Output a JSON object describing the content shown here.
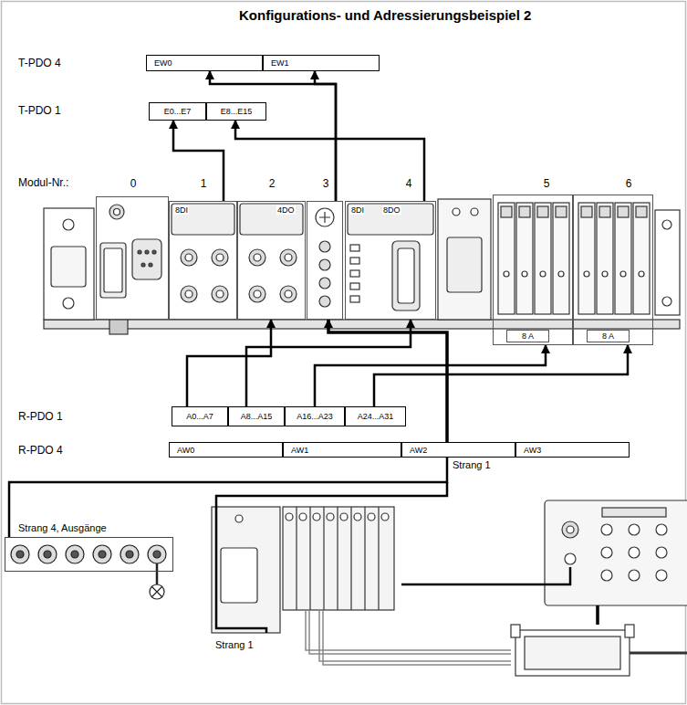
{
  "diagram": {
    "title": "Konfigurations- und Adressierungsbeispiel 2",
    "nodes": [
      {
        "text": [
          "EW0"
        ]
      },
      {
        "text": [
          "EW1"
        ]
      },
      {
        "text": [
          "E0...E7"
        ]
      },
      {
        "text": [
          "E8...E15"
        ]
      },
      {
        "text": [
          "0"
        ]
      },
      {
        "text": [
          "1",
          "8DI"
        ]
      },
      {
        "text": [
          "2",
          "4DO"
        ]
      },
      {
        "text": [
          "3"
        ]
      },
      {
        "text": [
          "4",
          "8DI",
          "8DO"
        ]
      },
      {
        "text": [
          "5",
          "8 A"
        ]
      },
      {
        "text": [
          "6",
          "8 A"
        ]
      },
      {
        "text": [
          "A0...A7"
        ]
      },
      {
        "text": [
          "A8...A15"
        ]
      },
      {
        "text": [
          "A16...A23"
        ]
      },
      {
        "text": [
          "A24...A31"
        ]
      },
      {
        "text": [
          "AW0"
        ]
      },
      {
        "text": [
          "AW1"
        ]
      },
      {
        "text": [
          "AW2"
        ]
      },
      {
        "text": [
          "AW3"
        ]
      },
      {
        "text": [
          "Strang 4, Ausgänge"
        ]
      }
    ],
    "edges": [
      {
        "from": 5,
        "to": 2,
        "arrow": "to"
      },
      {
        "from": 8,
        "to": 3,
        "arrow": "to"
      },
      {
        "from": 7,
        "to": 0,
        "arrow": "to"
      },
      {
        "from": 7,
        "to": 1,
        "arrow": "to"
      },
      {
        "from": 11,
        "to": 6,
        "arrow": "to"
      },
      {
        "from": 12,
        "to": 8,
        "arrow": "to"
      },
      {
        "from": 13,
        "to": 9,
        "arrow": "to"
      },
      {
        "from": 14,
        "to": 10,
        "arrow": "to"
      },
      {
        "from": 17,
        "to": 7,
        "arrow": "to"
      },
      {
        "from": 17,
        "to": 19,
        "arrow": "none"
      }
    ],
    "labels": [
      "T-PDO 4",
      "T-PDO 1",
      "Modul-Nr.:",
      "R-PDO 1",
      "R-PDO 4",
      "Strang 1",
      "Strang 1"
    ]
  }
}
